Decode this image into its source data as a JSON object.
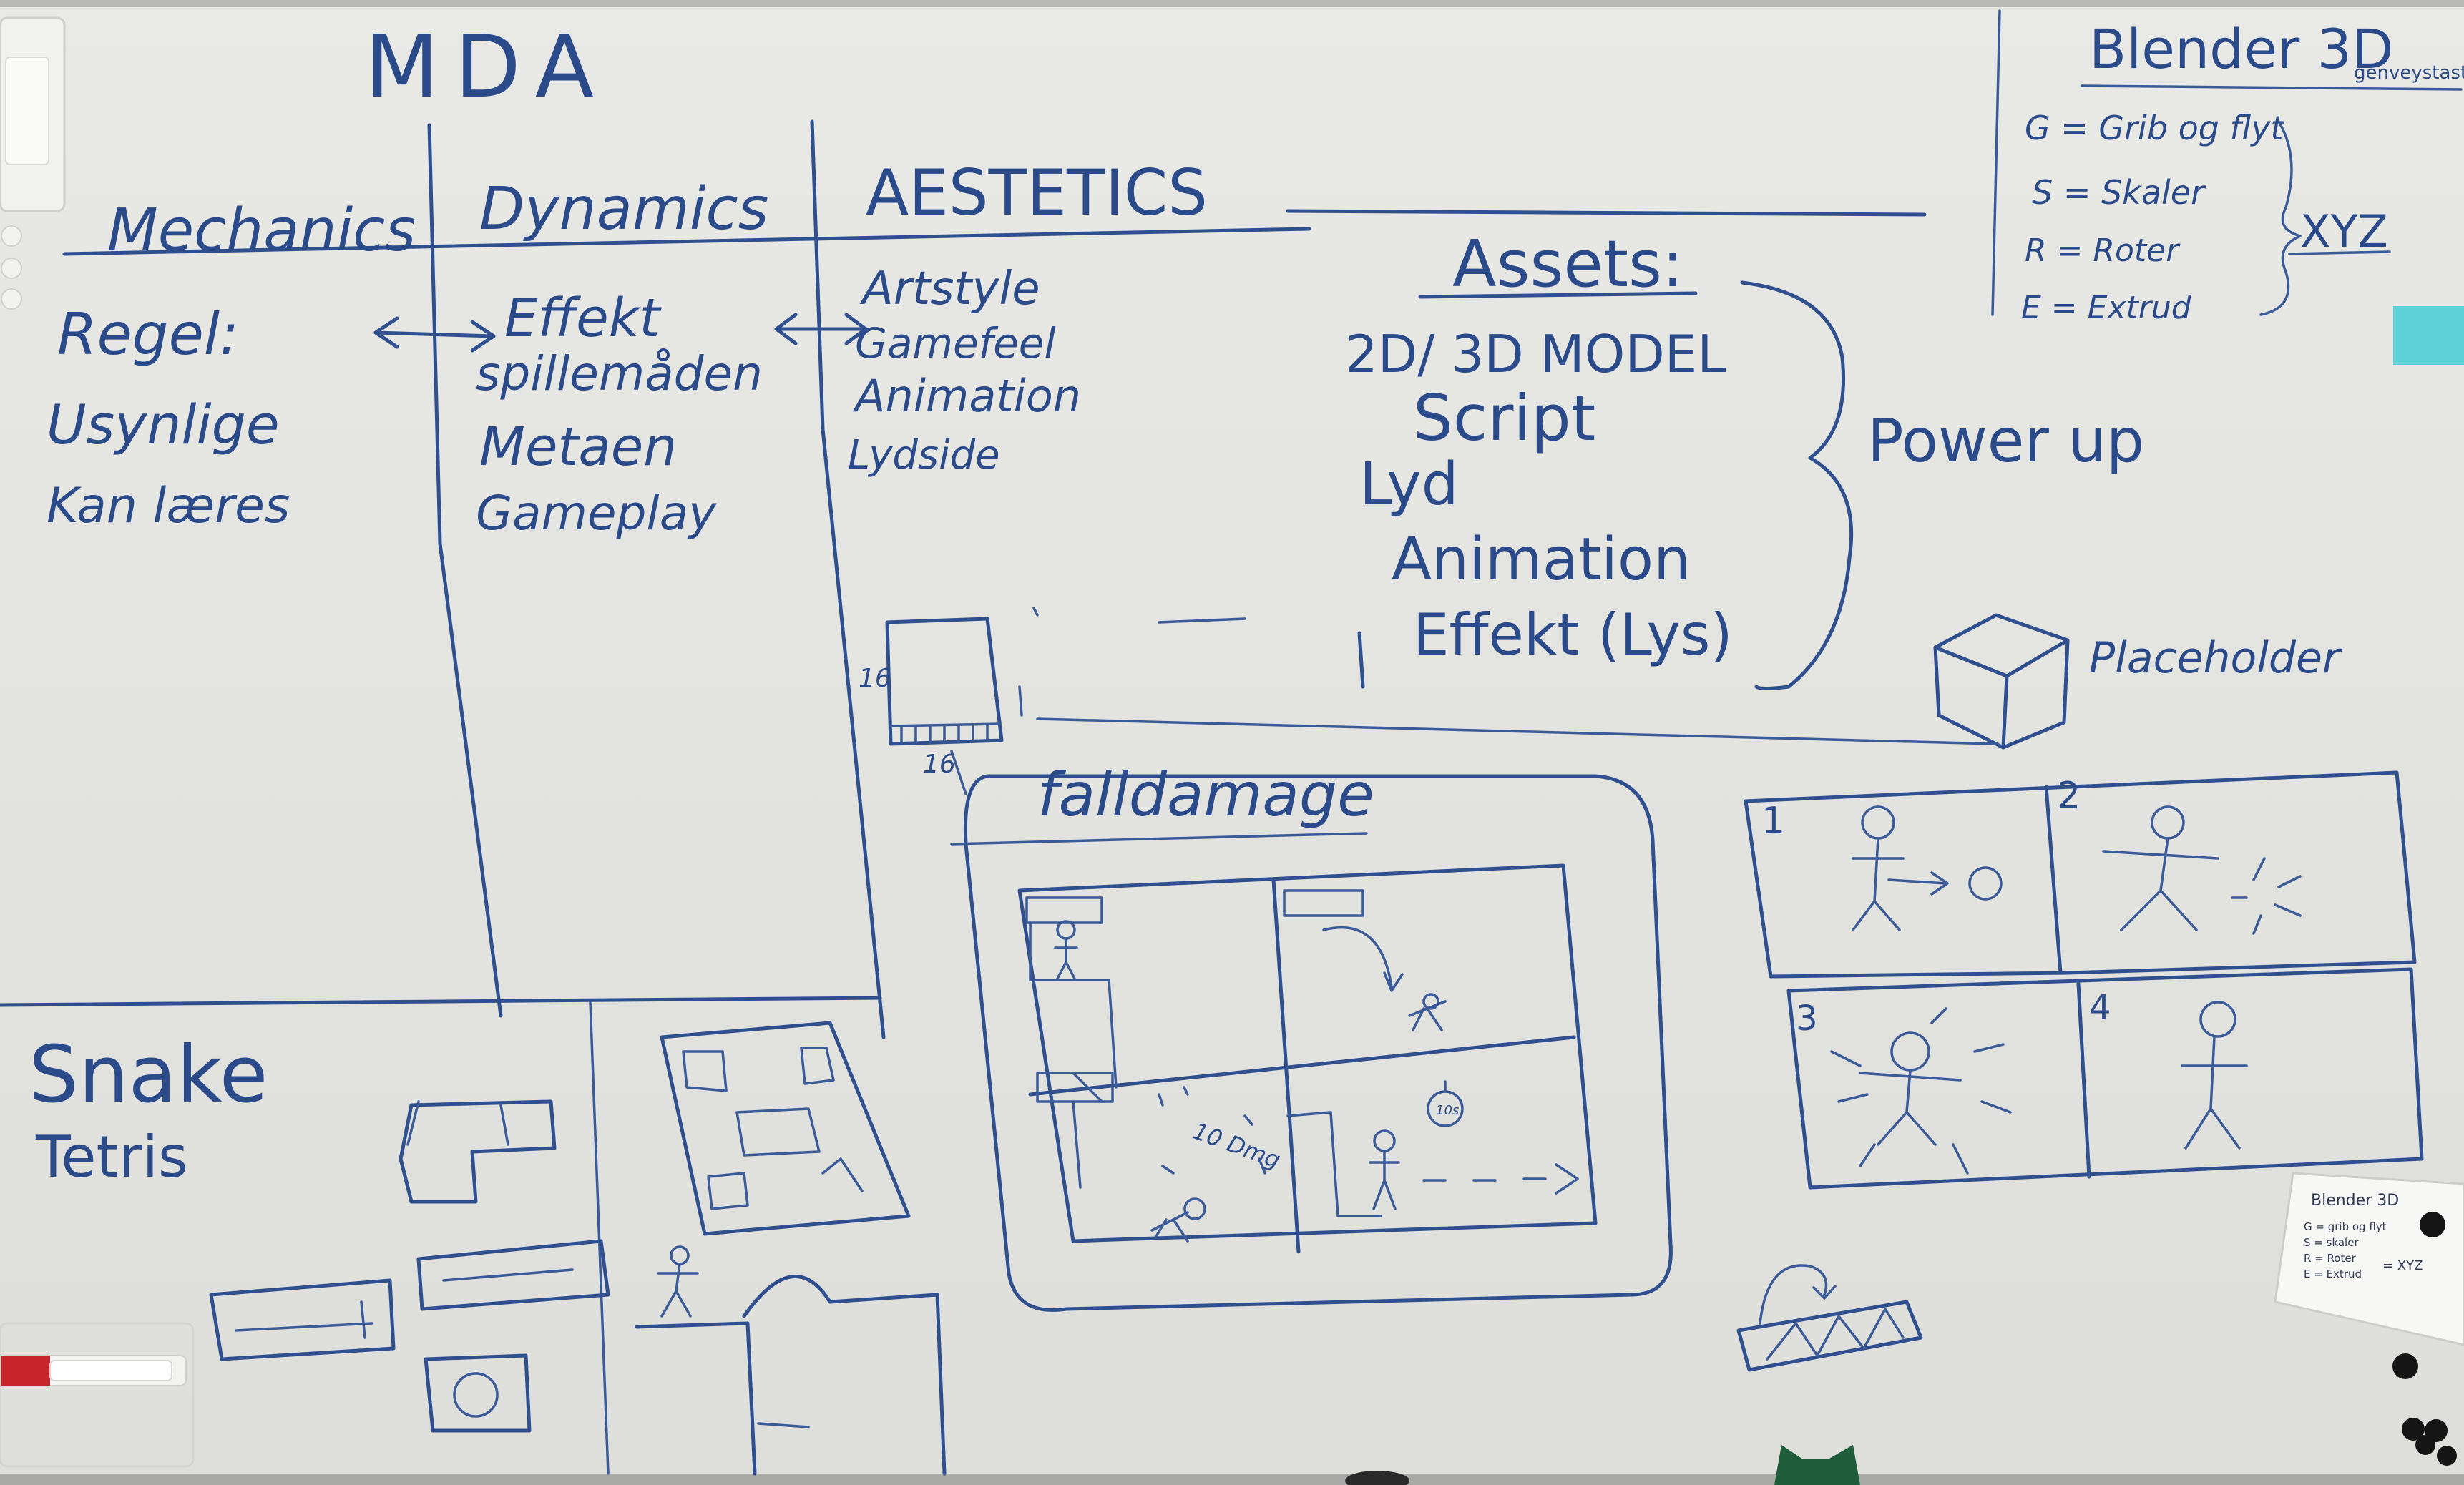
{
  "mda": {
    "title": "MDA",
    "mechanics": {
      "heading": "Mechanics",
      "lines": [
        "Regel:",
        "Usynlige",
        "Kan læres"
      ]
    },
    "dynamics": {
      "heading": "Dynamics",
      "lines": [
        "Effekt",
        "spillemåden",
        "Metaen",
        "Gameplay"
      ]
    },
    "aesthetics": {
      "heading": "AESTETICS",
      "lines": [
        "Artstyle",
        "Gamefeel",
        "Animation",
        "Lydside"
      ]
    }
  },
  "cube_labels": {
    "side": "16",
    "bottom": "16"
  },
  "assets": {
    "heading": "Assets:",
    "items": [
      "2D/ 3D MODEL",
      "Script",
      "Lyd",
      "Animation",
      "Effekt (Lys)"
    ],
    "group_label": "Power up"
  },
  "blender": {
    "title": "Blender 3D",
    "subtitle": "genveystaster",
    "shortcuts": [
      "G = Grib og flyt",
      "S = Skaler",
      "R = Roter",
      "E = Extrud"
    ],
    "axes": "XYZ"
  },
  "placeholder_label": "Placeholder",
  "falldamage": {
    "heading": "falldamage",
    "damage_text": "10 Dmg",
    "bomb_text": "10s"
  },
  "panels": [
    "1",
    "2",
    "3",
    "4"
  ],
  "games": [
    "Snake",
    "Tetris"
  ],
  "note": {
    "title": "Blender 3D",
    "lines": [
      "G = grib og flyt",
      "S = skaler",
      "R = Roter",
      "E = Extrud"
    ],
    "axes": "= XYZ"
  },
  "colors": {
    "ink": "#2f4f8f",
    "board": "#e6e6e3",
    "sticky_note": "#5fd0d8",
    "marker_red": "#c8242c"
  }
}
